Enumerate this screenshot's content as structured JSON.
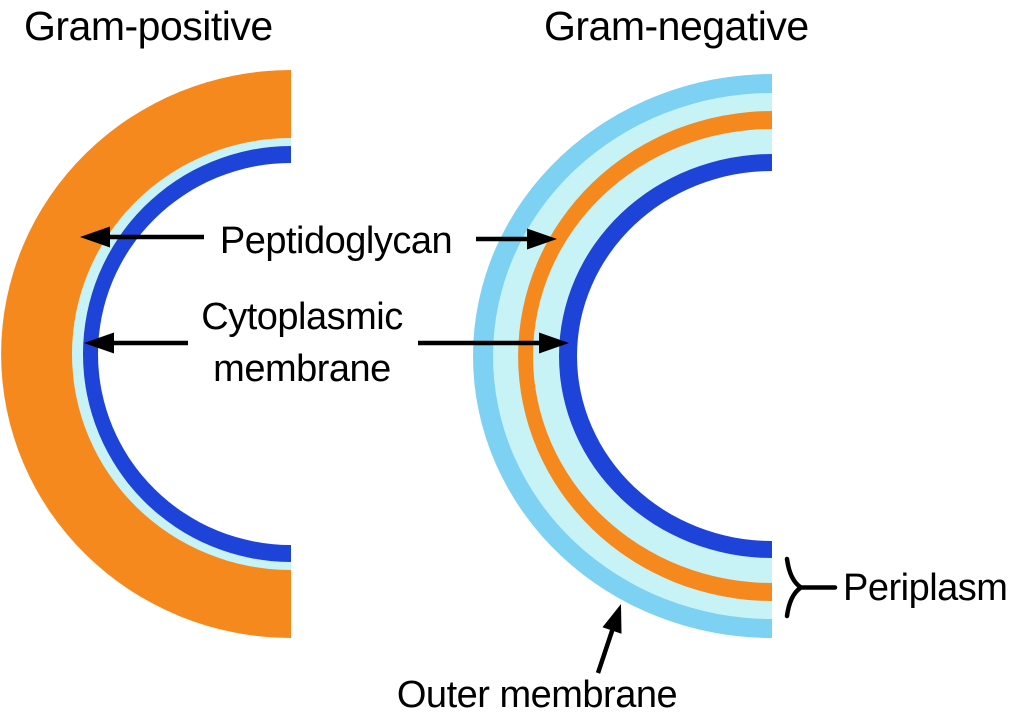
{
  "titles": {
    "gram_positive": "Gram-positive",
    "gram_negative": "Gram-negative"
  },
  "labels": {
    "peptidoglycan": "Peptidoglycan",
    "cytoplasmic_line1": "Cytoplasmic",
    "cytoplasmic_line2": "membrane",
    "outer_membrane": "Outer membrane",
    "periplasm": "Periplasm"
  },
  "colors": {
    "peptidoglycan_orange": "#F6891E",
    "periplasm_cyan": "#C7F3F7",
    "outer_membrane_skyblue": "#7DD1F3",
    "cytoplasmic_membrane_blue": "#1E43D8",
    "cell_interior_white": "#FFFFFF",
    "arrow_black": "#000000",
    "text_black": "#000000"
  }
}
